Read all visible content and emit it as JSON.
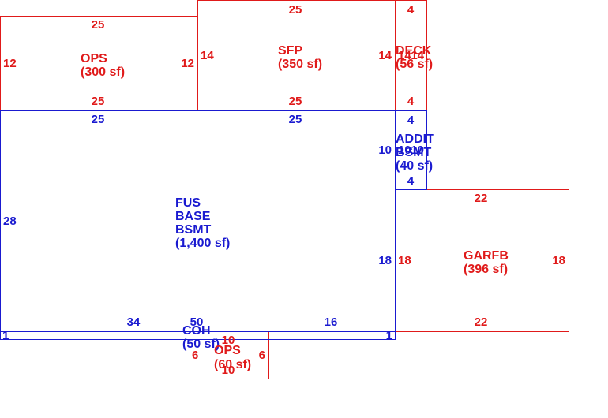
{
  "colors": {
    "red": "#e01a1a",
    "blue": "#1a1ad0"
  },
  "areas": {
    "ops_top": {
      "name": "OPS",
      "area": "(300 sf)",
      "dim_top": "25",
      "dim_bottom": "25",
      "dim_left": "12",
      "dim_right": "12"
    },
    "sfp": {
      "name": "SFP",
      "area": "(350 sf)",
      "dim_top": "25",
      "dim_bottom": "25",
      "dim_left": "14",
      "dim_right": "14"
    },
    "deck": {
      "name": "DECK",
      "area": "(56 sf)",
      "dim_top": "4",
      "dim_bottom": "4",
      "dim_left": "14",
      "dim_right": "14"
    },
    "fus": {
      "line1": "FUS",
      "line2": "BASE",
      "line3": "BSMT",
      "area": "(1,400 sf)",
      "dim_top_left": "25",
      "dim_top_right": "25",
      "dim_left": "28",
      "dim_right_upper": "10",
      "dim_right": "18",
      "dim_bottom_left": "34",
      "dim_bottom_mid": "50",
      "dim_bottom_right": "16"
    },
    "addit": {
      "line1": "ADDIT",
      "line2": "BSMT",
      "area": "(40 sf)",
      "dim_top": "4",
      "dim_bottom": "4",
      "dim_left": "10",
      "dim_right": "10"
    },
    "garfb": {
      "name": "GARFB",
      "area": "(396 sf)",
      "dim_top": "22",
      "dim_bottom": "22",
      "dim_left": "18",
      "dim_right": "18"
    },
    "coh": {
      "name": "COH",
      "area": "(50 sf)",
      "dim_left": "1",
      "dim_right": "1"
    },
    "ops_bottom": {
      "name": "OPS",
      "area": "(60 sf)",
      "dim_top": "10",
      "dim_bottom": "10",
      "dim_left": "6",
      "dim_right": "6"
    }
  }
}
